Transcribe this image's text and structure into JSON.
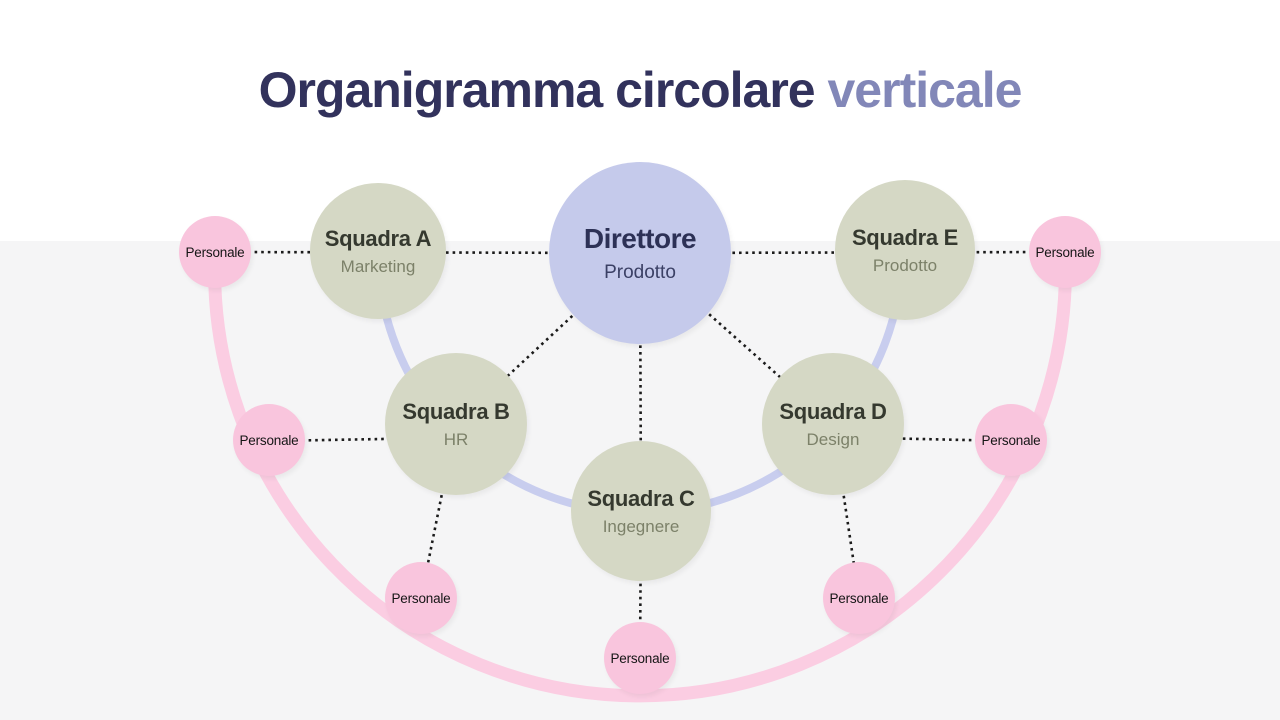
{
  "title": {
    "main": "Organigramma circolare",
    "accent": "verticale"
  },
  "diagram": {
    "director": {
      "label": "Direttore",
      "sublabel": "Prodotto"
    },
    "teams": [
      {
        "label": "Squadra A",
        "sublabel": "Marketing"
      },
      {
        "label": "Squadra B",
        "sublabel": "HR"
      },
      {
        "label": "Squadra C",
        "sublabel": "Ingegnere"
      },
      {
        "label": "Squadra D",
        "sublabel": "Design"
      },
      {
        "label": "Squadra E",
        "sublabel": "Prodotto"
      }
    ],
    "staff_label": "Personale",
    "staff_count": 7,
    "colors": {
      "director_fill": "#c5caeb",
      "team_fill": "#d5d8c5",
      "staff_fill": "#f9c5dd",
      "staff_arc": "#fbcde2",
      "team_arc": "#c8cdee",
      "dotted": "#1b1b1b",
      "title_main": "#32325c",
      "title_accent": "#8287b8",
      "bg_top": "#ffffff",
      "bg_bottom": "#f5f5f6",
      "director_text": "#2d3156",
      "director_subtext": "#3b4065",
      "team_text": "#35392f",
      "team_subtext": "#7c8169",
      "staff_text": "#151515"
    }
  }
}
